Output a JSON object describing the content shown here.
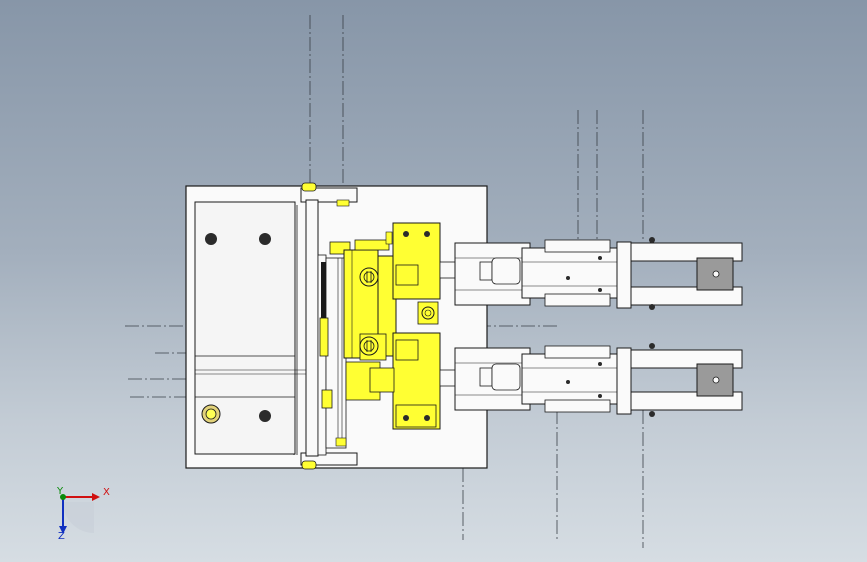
{
  "view": {
    "type": "cad-model-viewport",
    "background_colors": [
      "#8796a8",
      "#d6dde3"
    ],
    "part_colors": {
      "plate": "#fafafa",
      "outline": "#1a1a1a",
      "highlight": "#ffff33",
      "brass": "#e2d27a",
      "hole": "#2b2b2b",
      "gray_block": "#9a9a9a",
      "centerline": "#3a4048"
    }
  },
  "triad": {
    "x_label": "X",
    "y_label": "Y",
    "z_label": "Z",
    "x_color": "#d01010",
    "y_color": "#0a8a0a",
    "z_color": "#1030c0"
  }
}
